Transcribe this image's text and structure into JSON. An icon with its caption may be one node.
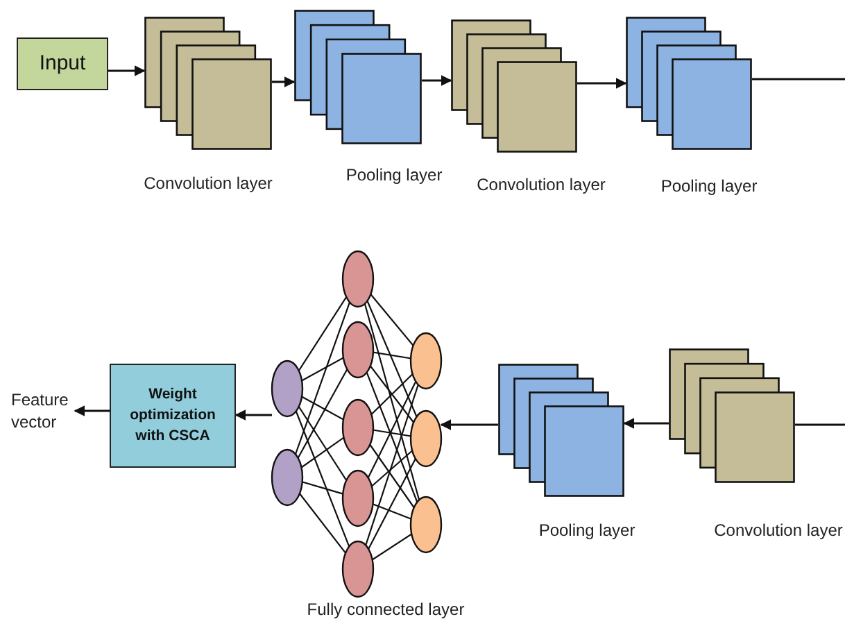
{
  "diagram": {
    "nodes": [
      {
        "text": [
          "Input"
        ]
      },
      {
        "text": [
          "Convolution layer"
        ]
      },
      {
        "text": [
          "Pooling layer"
        ]
      },
      {
        "text": [
          "Convolution layer"
        ]
      },
      {
        "text": [
          "Pooling layer"
        ]
      },
      {
        "text": [
          "Convolution layer"
        ]
      },
      {
        "text": [
          "Pooling layer"
        ]
      },
      {
        "text": [
          "Fully connected layer"
        ]
      },
      {
        "text": [
          "Weight optimization with CSCA"
        ]
      },
      {
        "text": [
          "Feature vector"
        ]
      }
    ],
    "edges": [
      {
        "from": 0,
        "to": 1,
        "arrow": "to"
      },
      {
        "from": 1,
        "to": 2,
        "arrow": "to"
      },
      {
        "from": 2,
        "to": 3,
        "arrow": "to"
      },
      {
        "from": 3,
        "to": 4,
        "arrow": "to"
      },
      {
        "from": 4,
        "to": null,
        "arrow": "none"
      },
      {
        "from": null,
        "to": 5,
        "arrow": "none"
      },
      {
        "from": 5,
        "to": 6,
        "arrow": "to"
      },
      {
        "from": 6,
        "to": 7,
        "arrow": "to"
      },
      {
        "from": 7,
        "to": 8,
        "arrow": "to"
      },
      {
        "from": 8,
        "to": 9,
        "arrow": "to"
      }
    ]
  }
}
